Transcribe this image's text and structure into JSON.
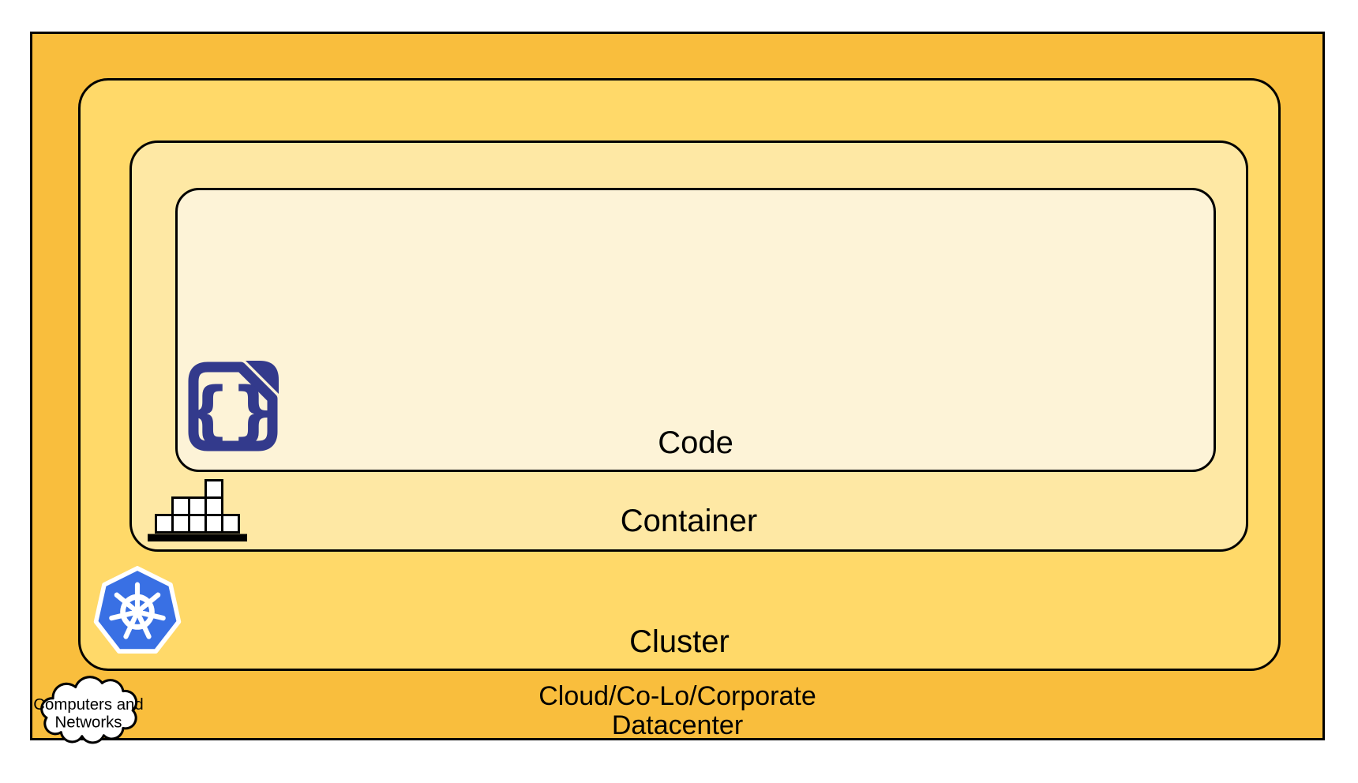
{
  "diagram": {
    "layers": {
      "code": {
        "label": "Code"
      },
      "container": {
        "label": "Container"
      },
      "cluster": {
        "label": "Cluster"
      },
      "datacenter": {
        "label_line1": "Cloud/Co-Lo/Corporate",
        "label_line2": "Datacenter"
      }
    },
    "code_icon_glyph": "{}",
    "cloud_bubble": {
      "line1": "Computers and",
      "line2": "Networks"
    },
    "colors": {
      "datacenter_fill": "#F9BE3D",
      "cluster_fill": "#FFD969",
      "container_fill": "#FEE8A4",
      "code_fill": "#FDF3D7",
      "code_icon_navy": "#333A8C",
      "kubernetes_blue": "#3970E4",
      "outline": "#000000"
    }
  }
}
